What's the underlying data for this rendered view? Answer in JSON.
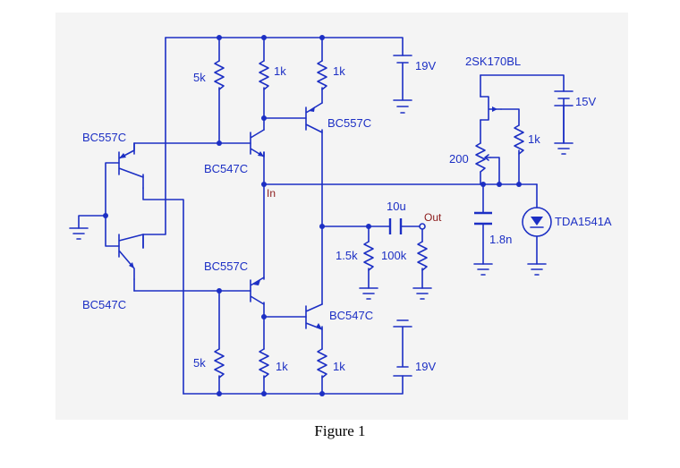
{
  "figure": {
    "caption": "Figure 1"
  },
  "transistors": {
    "q_left_top": "BC557C",
    "q_left_bottom": "BC547C",
    "q_mid_top": "BC547C",
    "q_mid_bottom": "BC557C",
    "q_right_top": "BC557C",
    "q_right_bottom": "BC547C",
    "jfet": "2SK170BL",
    "led": "TDA1541A"
  },
  "resistors": {
    "r_top_5k": "5k",
    "r_top_1k_a": "1k",
    "r_top_1k_b": "1k",
    "r_bot_5k": "5k",
    "r_bot_1k_a": "1k",
    "r_bot_1k_b": "1k",
    "r_out_1k5": "1.5k",
    "r_out_100k": "100k",
    "r_pot_200": "200",
    "r_jfet_1k": "1k"
  },
  "capacitors": {
    "c_out": "10u",
    "c_filter": "1.8n"
  },
  "supplies": {
    "top": "19V",
    "bottom": "19V",
    "jfet": "15V"
  },
  "nets": {
    "in": "In",
    "out": "Out"
  }
}
